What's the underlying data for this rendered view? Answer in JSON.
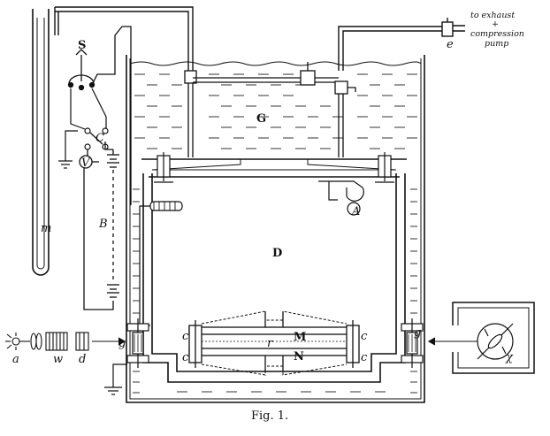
{
  "figure": {
    "caption": "Fig. 1.",
    "pump_note": [
      "to exhaust",
      "+",
      "compression",
      "pump"
    ],
    "labels": {
      "S": "S",
      "C": "C",
      "V": "V",
      "B": "B",
      "m": "m",
      "G": "G",
      "D": "D",
      "A": "A",
      "M": "M",
      "N": "N",
      "r": "r",
      "e": "e",
      "g_left": "g",
      "g_right": "g",
      "c1": "c",
      "c2": "c",
      "c3": "c",
      "c4": "c",
      "a": "a",
      "w": "w",
      "d": "d",
      "chi": "χ"
    }
  },
  "colors": {
    "ink": "#111111",
    "water": "#333333",
    "paper": "#ffffff"
  }
}
